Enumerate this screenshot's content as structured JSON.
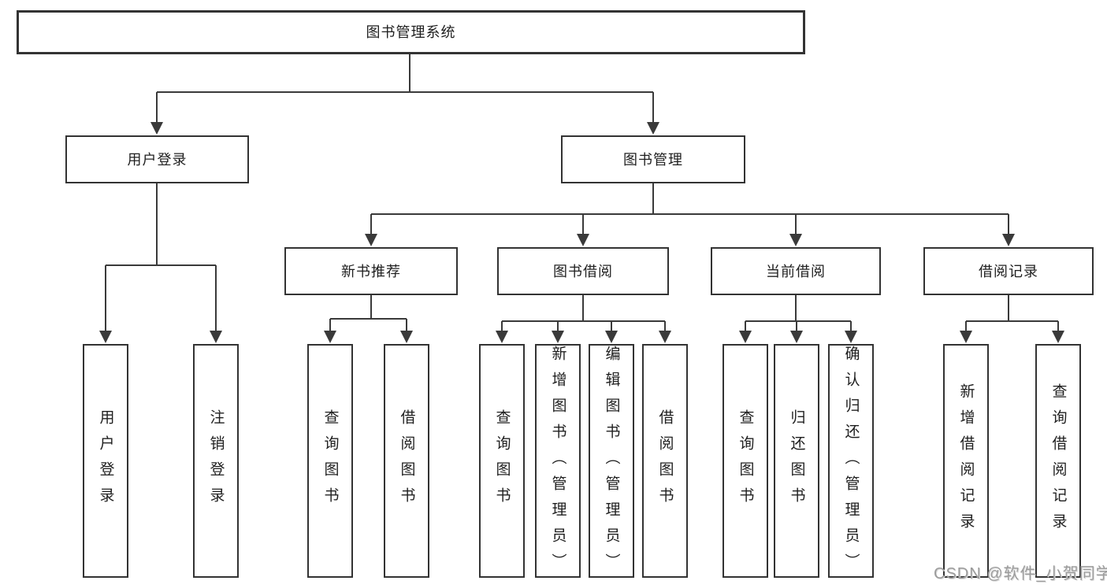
{
  "tree": {
    "label": "图书管理系统",
    "children": [
      {
        "label": "用户登录",
        "children": [
          {
            "label": "用户登录"
          },
          {
            "label": "注销登录"
          }
        ]
      },
      {
        "label": "图书管理",
        "children": [
          {
            "label": "新书推荐",
            "children": [
              {
                "label": "查询图书"
              },
              {
                "label": "借阅图书"
              }
            ]
          },
          {
            "label": "图书借阅",
            "children": [
              {
                "label": "查询图书"
              },
              {
                "label": "新增图书（管理员）"
              },
              {
                "label": "编辑图书（管理员）"
              },
              {
                "label": "借阅图书"
              }
            ]
          },
          {
            "label": "当前借阅",
            "children": [
              {
                "label": "查询图书"
              },
              {
                "label": "归还图书"
              },
              {
                "label": "确认归还（管理员）"
              }
            ]
          },
          {
            "label": "借阅记录",
            "children": [
              {
                "label": "新增借阅记录"
              },
              {
                "label": "查询借阅记录"
              }
            ]
          }
        ]
      }
    ]
  },
  "watermark": {
    "text": "CSDN @软件_小贺同学"
  },
  "colors": {
    "background": "#ffffff",
    "line": "#3a3a3a",
    "box_border": "#333333",
    "text": "#1f1f1f",
    "watermark": "#9c9c9c"
  }
}
